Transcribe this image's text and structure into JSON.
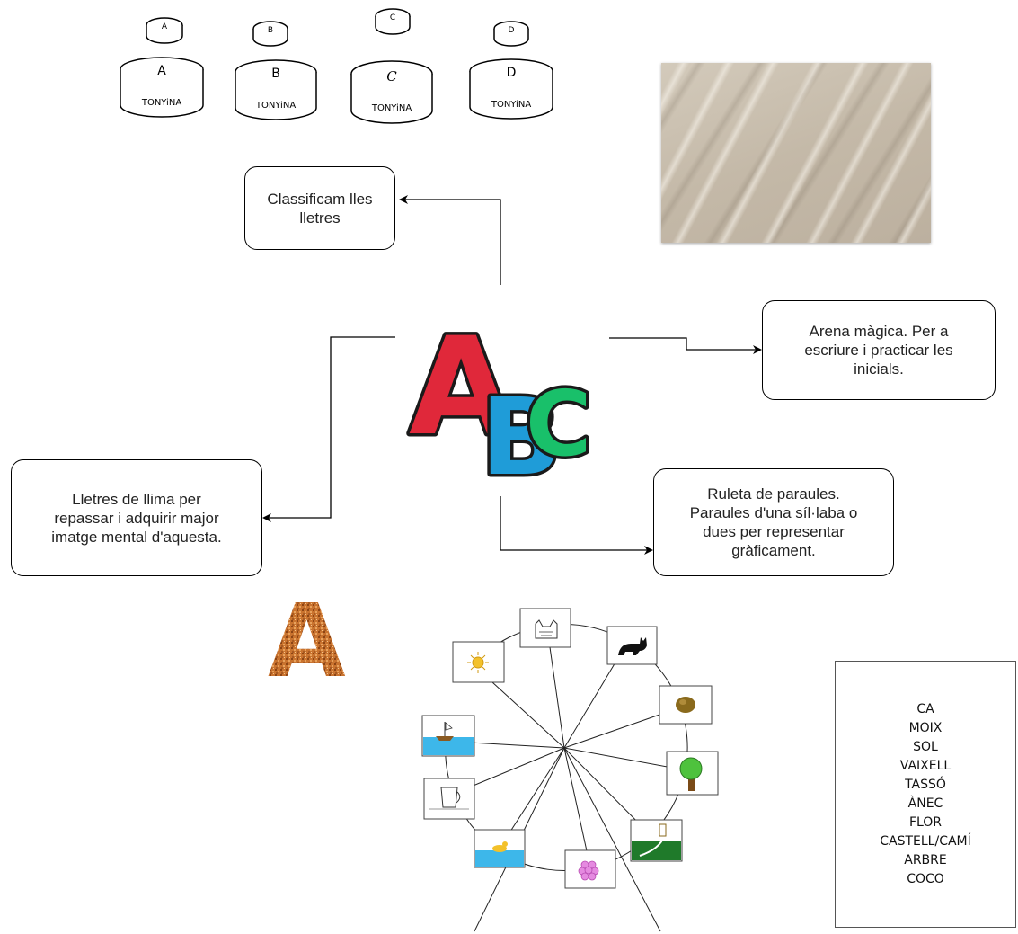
{
  "tuna_cans": [
    {
      "lid": "A",
      "letter": "A",
      "label": "TONYiNA"
    },
    {
      "lid": "B",
      "letter": "B",
      "label": "TONYiNA"
    },
    {
      "lid": "C",
      "letter": "C",
      "label": "TONYiNA"
    },
    {
      "lid": "D",
      "letter": "D",
      "label": "TONYiNA"
    }
  ],
  "abc_logo": {
    "letters": [
      "A",
      "B",
      "C"
    ],
    "colors": {
      "a": "#e0283a",
      "b": "#1f9cd8",
      "c": "#19c06a",
      "outline": "#1a1a1a"
    }
  },
  "boxes": {
    "classify": "Classificam lles\nlletres",
    "sand": "Arena màgica. Per a\nescriure i practicar les\ninicials.",
    "llima": "Lletres de llima per\nrepassar i adquirir major\nimatge mental d'aquesta.",
    "ruleta": "Ruleta de paraules.\nParaules d'una síl·laba o\ndues per representar\ngràficament."
  },
  "glitter_letter": {
    "letter": "A",
    "color": "#c9732f"
  },
  "wheel_pictures": [
    "gat",
    "moix",
    "coco",
    "arbre",
    "castell/camí",
    "flor",
    "ànec",
    "tassó",
    "vaixell",
    "sol"
  ],
  "word_list": [
    "CA",
    "MOIX",
    "SOL",
    "VAIXELL",
    "TASSÓ",
    "ÀNEC",
    "FLOR",
    "CASTELL/CAMÍ",
    "ARBRE",
    "COCO"
  ],
  "colors": {
    "water": "#3db7ea",
    "grass": "#1f7a2a",
    "tree_leaves": "#4ec23d",
    "trunk": "#7a4a17",
    "flower": "#e58ae0",
    "sun": "#f3c12a",
    "coconut": "#8a6a1c",
    "cat": "#111111"
  }
}
